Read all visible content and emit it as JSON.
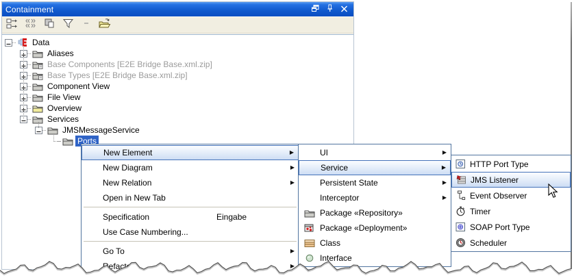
{
  "panel": {
    "title": "Containment",
    "window_buttons": [
      {
        "name": "float",
        "icon": "float-icon"
      },
      {
        "name": "pin",
        "icon": "pin-icon"
      },
      {
        "name": "close",
        "icon": "close-icon"
      }
    ],
    "toolbar": [
      {
        "name": "expand-structure",
        "icon": "expand-structure-icon"
      },
      {
        "name": "collapse-chevrons",
        "icon": "collapse-chevrons-icon"
      },
      {
        "name": "copy-structure",
        "icon": "copy-structure-icon"
      },
      {
        "name": "filter",
        "icon": "filter-icon"
      },
      {
        "name": "toolbar-separator",
        "icon": "separator-dash"
      },
      {
        "name": "open-folder",
        "icon": "open-folder-icon"
      }
    ]
  },
  "tree": {
    "items": [
      {
        "label": "Data",
        "depth": 0,
        "expander": "minus",
        "icon": "data-logo"
      },
      {
        "label": "Aliases",
        "depth": 1,
        "expander": "plus",
        "icon": "folder-gray"
      },
      {
        "label": "Base Components [E2E Bridge Base.xml.zip]",
        "depth": 1,
        "expander": "plus",
        "icon": "folder-gray-badge",
        "gray": true
      },
      {
        "label": "Base Types [E2E Bridge Base.xml.zip]",
        "depth": 1,
        "expander": "plus",
        "icon": "folder-gray-badge",
        "gray": true
      },
      {
        "label": "Component View",
        "depth": 1,
        "expander": "plus",
        "icon": "folder-gray"
      },
      {
        "label": "File View",
        "depth": 1,
        "expander": "plus",
        "icon": "folder-gray"
      },
      {
        "label": "Overview",
        "depth": 1,
        "expander": "plus",
        "icon": "folder-yellow"
      },
      {
        "label": "Services",
        "depth": 1,
        "expander": "minus",
        "icon": "folder-gray"
      },
      {
        "label": "JMSMessageService",
        "depth": 2,
        "expander": "minus",
        "icon": "folder-gray"
      },
      {
        "label": "Ports",
        "depth": 3,
        "expander": "none",
        "icon": "folder-gray",
        "selected": true
      }
    ]
  },
  "menus": {
    "context": {
      "items": [
        {
          "label": "New Element",
          "submenu": true,
          "hover": true
        },
        {
          "label": "New Diagram",
          "submenu": true
        },
        {
          "label": "New Relation",
          "submenu": true
        },
        {
          "label": "Open in New Tab"
        },
        {
          "separator": true
        },
        {
          "label": "Specification",
          "shortcut": "Eingabe"
        },
        {
          "label": "Use Case Numbering..."
        },
        {
          "separator": true
        },
        {
          "label": "Go To",
          "submenu": true
        },
        {
          "label": "Refactor",
          "submenu": true
        }
      ]
    },
    "new_element": {
      "items": [
        {
          "label": "UI",
          "submenu": true
        },
        {
          "label": "Service",
          "submenu": true,
          "hover": true
        },
        {
          "label": "Persistent State",
          "submenu": true
        },
        {
          "label": "Interceptor",
          "submenu": true
        },
        {
          "label": "Package «Repository»",
          "icon": "package-folder-icon"
        },
        {
          "label": "Package «Deployment»",
          "icon": "package-deployment-icon"
        },
        {
          "label": "Class",
          "icon": "class-icon"
        },
        {
          "label": "Interface",
          "icon": "interface-icon"
        }
      ]
    },
    "service": {
      "items": [
        {
          "label": "HTTP Port Type",
          "icon": "http-port-type-icon"
        },
        {
          "label": "JMS Listener",
          "icon": "jms-listener-icon",
          "hover": true
        },
        {
          "label": "Event Observer",
          "icon": "event-observer-icon"
        },
        {
          "label": "Timer",
          "icon": "timer-icon"
        },
        {
          "label": "SOAP Port Type",
          "icon": "soap-port-type-icon"
        },
        {
          "label": "Scheduler",
          "icon": "scheduler-icon"
        }
      ]
    }
  },
  "colors": {
    "titlebar_blue": "#1059cd",
    "selection_blue": "#2f63c6",
    "menu_border": "#51749f",
    "menu_highlight_border": "#4472b9",
    "grayed_text": "#9b9b9b",
    "toolbar_beige": "#f1eee1"
  }
}
